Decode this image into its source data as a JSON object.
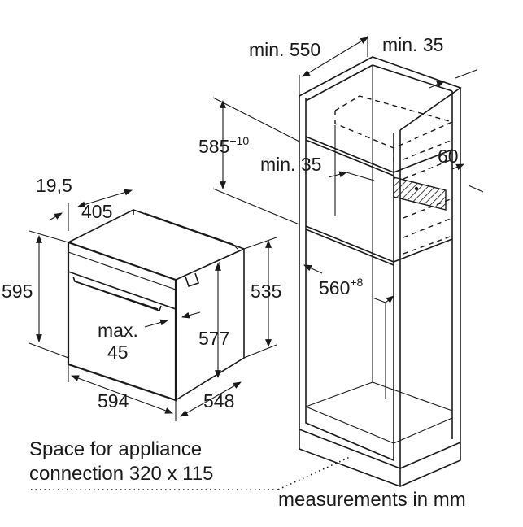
{
  "labels": {
    "min_550": "min. 550",
    "min_35_top": "min. 35",
    "d585": "585",
    "d585_tol": "+10",
    "min_35_mid": "min. 35",
    "d60": "60",
    "d19_5": "19,5",
    "d405": "405",
    "d595": "595",
    "d535": "535",
    "d560": "560",
    "d560_tol": "+8",
    "max_line1": "max.",
    "max_line2": "45",
    "d577": "577",
    "d594": "594",
    "d548": "548",
    "space_line1": "Space for appliance",
    "space_line2": "connection 320 x 115",
    "units_note": "measurements in mm"
  }
}
